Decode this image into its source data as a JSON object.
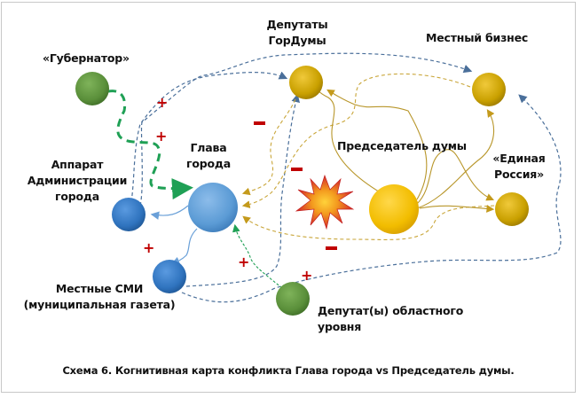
{
  "diagram": {
    "caption": "Схема 6. Когнитивная карта конфликта Глава города vs Председатель думы.",
    "nodes": {
      "governor": {
        "label": "«Губернатор»",
        "color": "#5a8f3a"
      },
      "administration": {
        "line1": "Аппарат",
        "line2": "Администрации",
        "line3": "города",
        "color": "#2f73be"
      },
      "mayor": {
        "line1": "Глава",
        "line2": "города",
        "color": "#5b9bd5"
      },
      "city_deputies": {
        "line1": "Депутаты",
        "line2": "ГорДумы",
        "color": "#c9a000"
      },
      "local_business": {
        "label": "Местный бизнес",
        "color": "#c9a000"
      },
      "duma_chairman": {
        "label": "Председатель думы",
        "color": "#f2bd00"
      },
      "united_russia": {
        "line1": "«Единая",
        "line2": "Россия»",
        "color": "#c9a000"
      },
      "local_media": {
        "line1": "Местные СМИ",
        "line2": "(муниципальная газета)",
        "color": "#2f73be"
      },
      "regional_deputies": {
        "line1": "Депутат(ы) областного",
        "line2": "уровня",
        "color": "#5a8f3a"
      }
    },
    "signs": {
      "plus": "+",
      "minus": "−"
    },
    "link_colors": {
      "green": "#1fa055",
      "blue_dashed": "#4a6f9a",
      "gold": "#b8962a",
      "light_blue": "#6aa0d8",
      "sign": "#c00000"
    }
  }
}
